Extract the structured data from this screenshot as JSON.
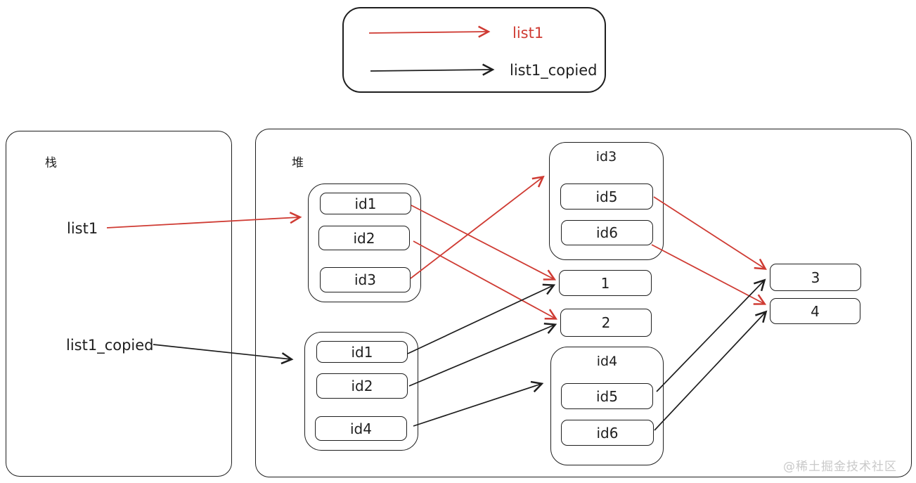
{
  "colors": {
    "arrow_red": "#cf3b33",
    "arrow_black": "#1e1e1e",
    "border": "#1e1e1e",
    "watermark_gray": "#c9c9c9",
    "background": "#ffffff"
  },
  "legend": {
    "items": [
      {
        "label": "list1",
        "arrow_color": "#cf3b33"
      },
      {
        "label": "list1_copied",
        "arrow_color": "#1e1e1e"
      }
    ]
  },
  "stack": {
    "label": "栈",
    "variables": [
      {
        "name": "list1"
      },
      {
        "name": "list1_copied"
      }
    ]
  },
  "heap": {
    "label": "堆",
    "list1_object": {
      "items": [
        "id1",
        "id2",
        "id3"
      ]
    },
    "list1_copied_object": {
      "items": [
        "id1",
        "id2",
        "id4"
      ]
    },
    "id3_object": {
      "title": "id3",
      "items": [
        "id5",
        "id6"
      ]
    },
    "id4_object": {
      "title": "id4",
      "items": [
        "id5",
        "id6"
      ]
    },
    "value_boxes": [
      "1",
      "2",
      "3",
      "4"
    ]
  },
  "edges": [
    {
      "from": "list1",
      "to": "list1_object",
      "color": "red"
    },
    {
      "from": "list1_object.id1",
      "to": "1",
      "color": "red"
    },
    {
      "from": "list1_object.id2",
      "to": "2",
      "color": "red"
    },
    {
      "from": "list1_object.id3",
      "to": "id3_object",
      "color": "red"
    },
    {
      "from": "id3_object.id5",
      "to": "3",
      "color": "red"
    },
    {
      "from": "id3_object.id6",
      "to": "4",
      "color": "red"
    },
    {
      "from": "list1_copied",
      "to": "list1_copied_object",
      "color": "black"
    },
    {
      "from": "list1_copied_object.id1",
      "to": "1",
      "color": "black"
    },
    {
      "from": "list1_copied_object.id2",
      "to": "2",
      "color": "black"
    },
    {
      "from": "list1_copied_object.id4",
      "to": "id4_object",
      "color": "black"
    },
    {
      "from": "id4_object.id5",
      "to": "3",
      "color": "black"
    },
    {
      "from": "id4_object.id6",
      "to": "4",
      "color": "black"
    }
  ],
  "watermark": "@稀土掘金技术社区"
}
